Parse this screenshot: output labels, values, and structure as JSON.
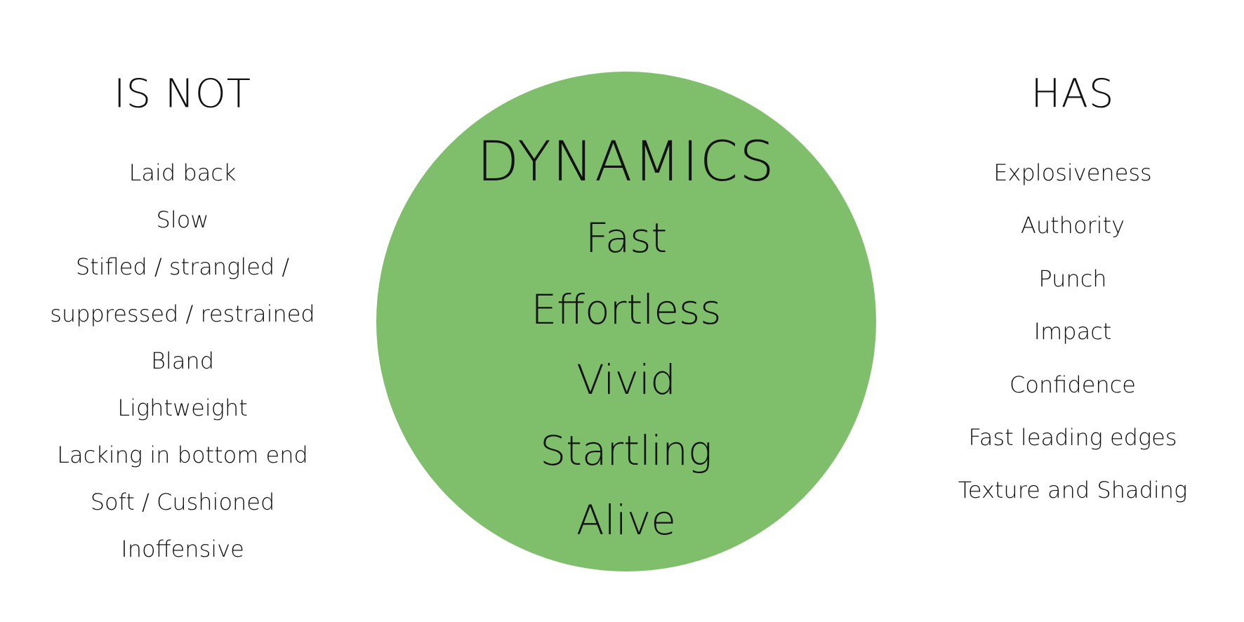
{
  "left": {
    "heading": "IS NOT",
    "items": [
      "Laid back",
      "Slow",
      "Stifled / strangled /",
      "suppressed / restrained",
      "Bland",
      "Lightweight",
      "Lacking in bottom end",
      "Soft / Cushioned",
      "Inoffensive"
    ]
  },
  "center": {
    "title": "DYNAMICS",
    "items": [
      "Fast",
      "Effortless",
      "Vivid",
      "Startling",
      "Alive"
    ],
    "color": "#7fbe6a"
  },
  "right": {
    "heading": "HAS",
    "items": [
      "Explosiveness",
      "Authority",
      "Punch",
      "Impact",
      "Confidence",
      "Fast leading edges",
      "Texture and Shading"
    ]
  }
}
